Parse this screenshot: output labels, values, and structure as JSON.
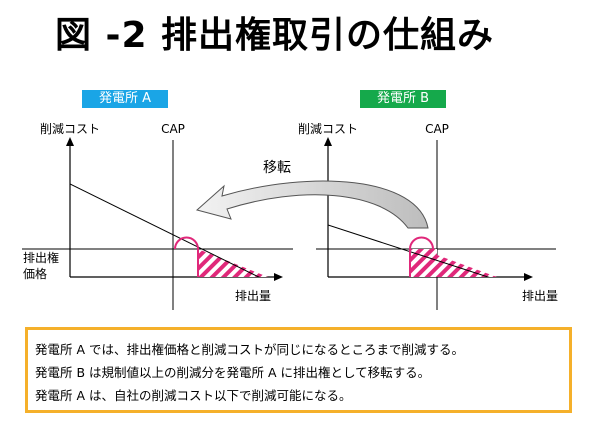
{
  "title": "図 -2 排出権取引の仕組み",
  "plant_a": {
    "label": "発電所 A",
    "y_axis_label": "削減コスト",
    "cap_label": "CAP",
    "price_label_1": "排出権",
    "price_label_2": "価格",
    "x_axis_label": "排出量"
  },
  "plant_b": {
    "label": "発電所 B",
    "y_axis_label": "削減コスト",
    "cap_label": "CAP",
    "x_axis_label": "排出量"
  },
  "transfer_label": "移転",
  "notes": [
    "発電所 A では、排出権価格と削減コストが同じになるところまで削減する。",
    "発電所 B は規制値以上の削減分を発電所 A に排出権として移転する。",
    "発電所 A は、自社の削減コスト以下で削減可能になる。"
  ],
  "colors": {
    "plant_a": "#1aa5e6",
    "plant_b": "#15a94b",
    "hatch": "#e0287a",
    "note_border": "#f5b02a",
    "arrow_fill": "#d9d9d9"
  }
}
